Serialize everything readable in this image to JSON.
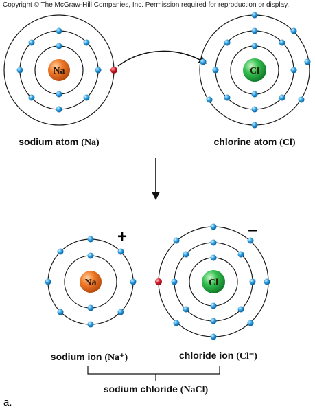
{
  "copyright": "Copyright © The McGraw-Hill Companies, Inc. Permission required for reproduction or display.",
  "atoms": {
    "sodium_atom": {
      "nucleus": "Na",
      "label_word": "sodium atom",
      "label_symbol": "(Na)",
      "nucleus_color": "#e8661c",
      "electrons": [
        2,
        8,
        1
      ]
    },
    "chlorine_atom": {
      "nucleus": "Cl",
      "label_word": "chlorine atom",
      "label_symbol": "(Cl)",
      "nucleus_color": "#2db84a",
      "electrons": [
        2,
        8,
        7
      ]
    },
    "sodium_ion": {
      "nucleus": "Na",
      "label_word": "sodium ion",
      "label_symbol": "(Na⁺)",
      "charge": "+",
      "electrons": [
        2,
        8
      ]
    },
    "chloride_ion": {
      "nucleus": "Cl",
      "label_word": "chloride ion",
      "label_symbol": "(Cl⁻)",
      "charge": "–",
      "electrons": [
        2,
        8,
        8
      ]
    }
  },
  "compound": {
    "label_word": "sodium chloride",
    "label_symbol": "(NaCl)"
  },
  "panel_label": "a.",
  "colors": {
    "electron": "#2e9fe0",
    "transferred_electron": "#d81e2c",
    "sodium_nucleus": "#e8661c",
    "chlorine_nucleus": "#2db84a"
  }
}
